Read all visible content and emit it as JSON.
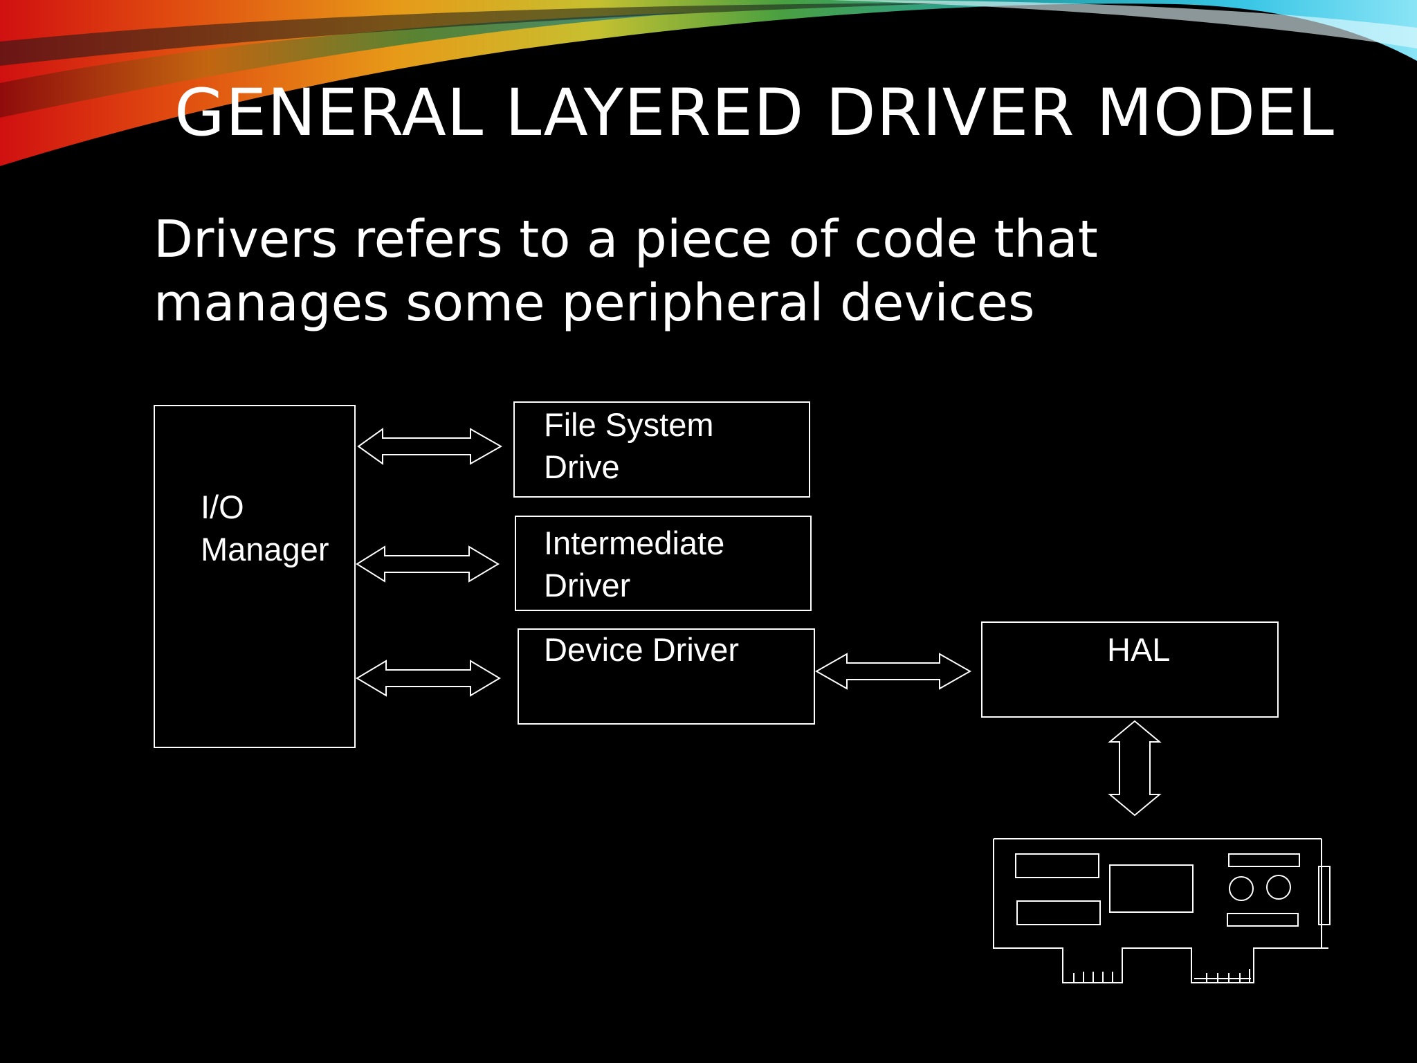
{
  "slide": {
    "title": "GENERAL LAYERED DRIVER MODEL",
    "subtitle_line1": "Drivers refers to a piece of code that",
    "subtitle_line2": "manages some peripheral devices"
  },
  "diagram": {
    "io_manager": {
      "line1": "I/O",
      "line2": "Manager"
    },
    "file_system": {
      "line1": "File System",
      "line2": "Drive"
    },
    "intermediate": {
      "line1": "Intermediate",
      "line2": "Driver"
    },
    "device_driver": {
      "line1": "Device Driver"
    },
    "hal": {
      "line1": "HAL"
    }
  },
  "colors": {
    "background": "#000000",
    "stroke": "#ffffff",
    "text": "#ffffff"
  }
}
